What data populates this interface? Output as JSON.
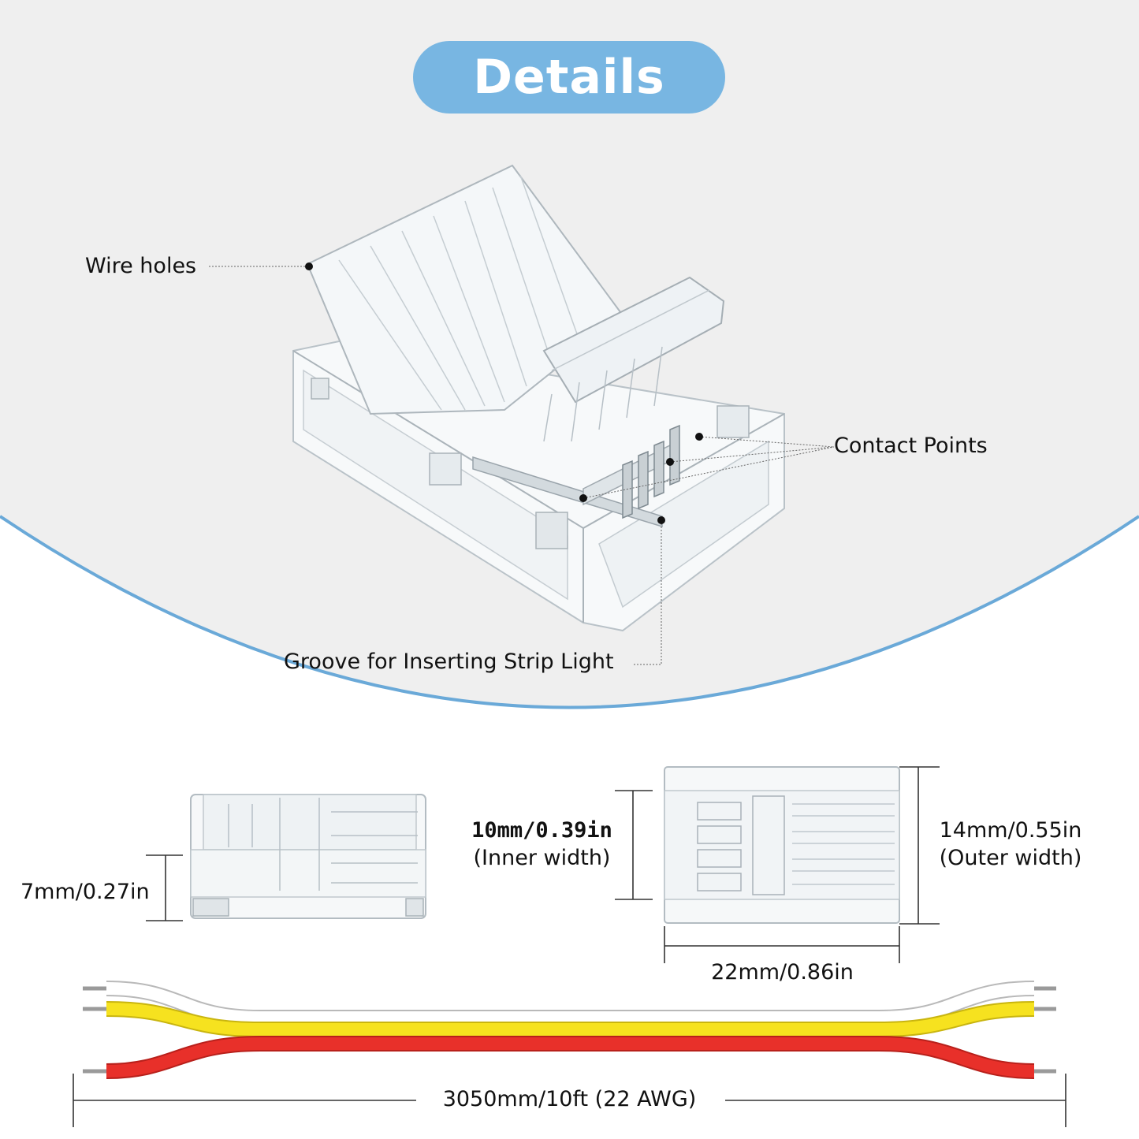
{
  "title": "Details",
  "colors": {
    "title_pill": "#78b6e2",
    "arc_line": "#6aa9d8",
    "top_bg": "#efefef",
    "wire_white": "#ffffff",
    "wire_yellow": "#f6e21f",
    "wire_red": "#e8302a"
  },
  "callouts": {
    "wire_holes": "Wire holes",
    "contact_points": "Contact Points",
    "groove": "Groove for Inserting Strip Light"
  },
  "dimensions": {
    "height": "7mm/0.27in",
    "inner_width_value": "10mm/0.39in",
    "inner_width_note": "(Inner width)",
    "outer_width_value": "14mm/0.55in",
    "outer_width_note": "(Outer width)",
    "length": "22mm/0.86in",
    "cable": "3050mm/10ft (22 AWG)"
  }
}
